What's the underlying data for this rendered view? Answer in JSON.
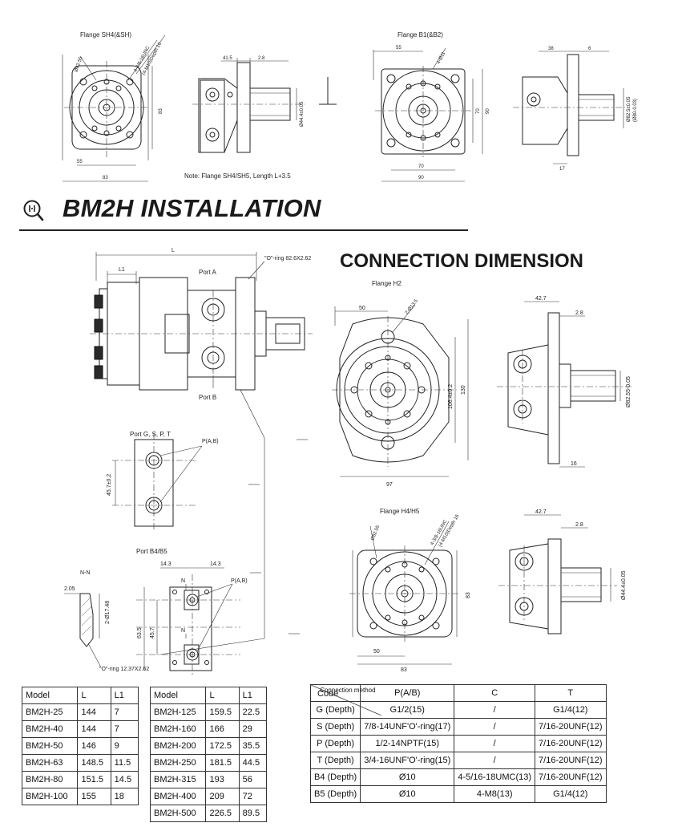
{
  "header_section": {
    "flange_sh4_label": "Flange SH4(&SH)",
    "flange_b1_label": "Flange B1(&B2)",
    "note": "Note: Flange SH4/SH5, Length L+3.5",
    "dims": {
      "d_phi_82_55": "Ø82.55",
      "d_3_8_16": "4-3/8-16UNC",
      "d_m10": "(4-M10)Depth 16",
      "d_83_v": "83",
      "d_55": "55",
      "d_83_h": "83",
      "d_41_5": "41.5",
      "d_2_8": "2.8",
      "d_44_4": "Ø44.4±0.05",
      "d_55_b": "55",
      "d_4_11": "4-Ø11",
      "d_70": "70",
      "d_90_v": "90",
      "d_70_h": "70",
      "d_90_h": "90",
      "d_38": "38",
      "d_6": "6",
      "d_17": "17",
      "d_82_5": "Ø82.5±0.05",
      "d_80_0": "(Ø80-0.03)"
    }
  },
  "title": {
    "icon": "magnifier-icon",
    "text": "BM2H INSTALLATION"
  },
  "main_drawing": {
    "L": "L",
    "L1": "L1",
    "oring": "\"O\"-ring 82.6X2.62",
    "port_a": "Port A",
    "port_b": "Port B",
    "port_gspt": "Port G, S, P, T",
    "p_ab": "P(A,B)",
    "d_45_7": "45.7±0.2",
    "port_b4b5": "Port B4/B5",
    "nn": "N-N",
    "d_2_05": "2.05",
    "d_17_48": "2-Ø17.48",
    "d_14_3a": "14.3",
    "d_14_3b": "14.3",
    "n1": "N",
    "n2": "N",
    "p_ab2": "P(A,B)",
    "d_63_5": "63.5",
    "d_45_7b": "45.7",
    "oring2": "\"O\"-ring 12.37X2.62"
  },
  "connection": {
    "title": "CONNECTION DIMENSION",
    "flange_h2": "Flange H2",
    "h2_50": "50",
    "h2_13_5": "2-Ø13.5",
    "h2_106": "106.4±0.2",
    "h2_130": "130",
    "h2_97": "97",
    "h2_42_7": "42.7",
    "h2_2_8": "2.8",
    "h2_82_55": "Ø82.55-0.05",
    "h2_16": "16",
    "flange_h4": "Flange H4/H5",
    "h4_82_55": "Ø82.55",
    "h4_3_8": "4-3/8-16UNC",
    "h4_m10": "(4-M10)Depth 16",
    "h4_83_v": "83",
    "h4_50": "50",
    "h4_83_h": "83",
    "h4_42_7": "42.7",
    "h4_2_8": "2.8",
    "h4_44_4": "Ø44.4±0.05"
  },
  "table1": {
    "headers": [
      "Model",
      "L",
      "L1"
    ],
    "rows": [
      [
        "BM2H-25",
        "144",
        "7"
      ],
      [
        "BM2H-40",
        "144",
        "7"
      ],
      [
        "BM2H-50",
        "146",
        "9"
      ],
      [
        "BM2H-63",
        "148.5",
        "11.5"
      ],
      [
        "BM2H-80",
        "151.5",
        "14.5"
      ],
      [
        "BM2H-100",
        "155",
        "18"
      ]
    ]
  },
  "table2": {
    "headers": [
      "Model",
      "L",
      "L1"
    ],
    "rows": [
      [
        "BM2H-125",
        "159.5",
        "22.5"
      ],
      [
        "BM2H-160",
        "166",
        "29"
      ],
      [
        "BM2H-200",
        "172.5",
        "35.5"
      ],
      [
        "BM2H-250",
        "181.5",
        "44.5"
      ],
      [
        "BM2H-315",
        "193",
        "56"
      ],
      [
        "BM2H-400",
        "209",
        "72"
      ],
      [
        "BM2H-500",
        "226.5",
        "89.5"
      ]
    ]
  },
  "table3": {
    "corner_top": "Connection method",
    "corner_bottom": "Code",
    "headers": [
      "P(A/B)",
      "C",
      "T"
    ],
    "rows": [
      [
        "G (Depth)",
        "G1/2(15)",
        "/",
        "G1/4(12)"
      ],
      [
        "S (Depth)",
        "7/8-14UNF'O'-ring(17)",
        "/",
        "7/16-20UNF(12)"
      ],
      [
        "P (Depth)",
        "1/2-14NPTF(15)",
        "/",
        "7/16-20UNF(12)"
      ],
      [
        "T (Depth)",
        "3/4-16UNF'O'-ring(15)",
        "/",
        "7/16-20UNF(12)"
      ],
      [
        "B4 (Depth)",
        "Ø10",
        "4-5/16-18UMC(13)",
        "7/16-20UNF(12)"
      ],
      [
        "B5 (Depth)",
        "Ø10",
        "4-M8(13)",
        "G1/4(12)"
      ]
    ]
  }
}
